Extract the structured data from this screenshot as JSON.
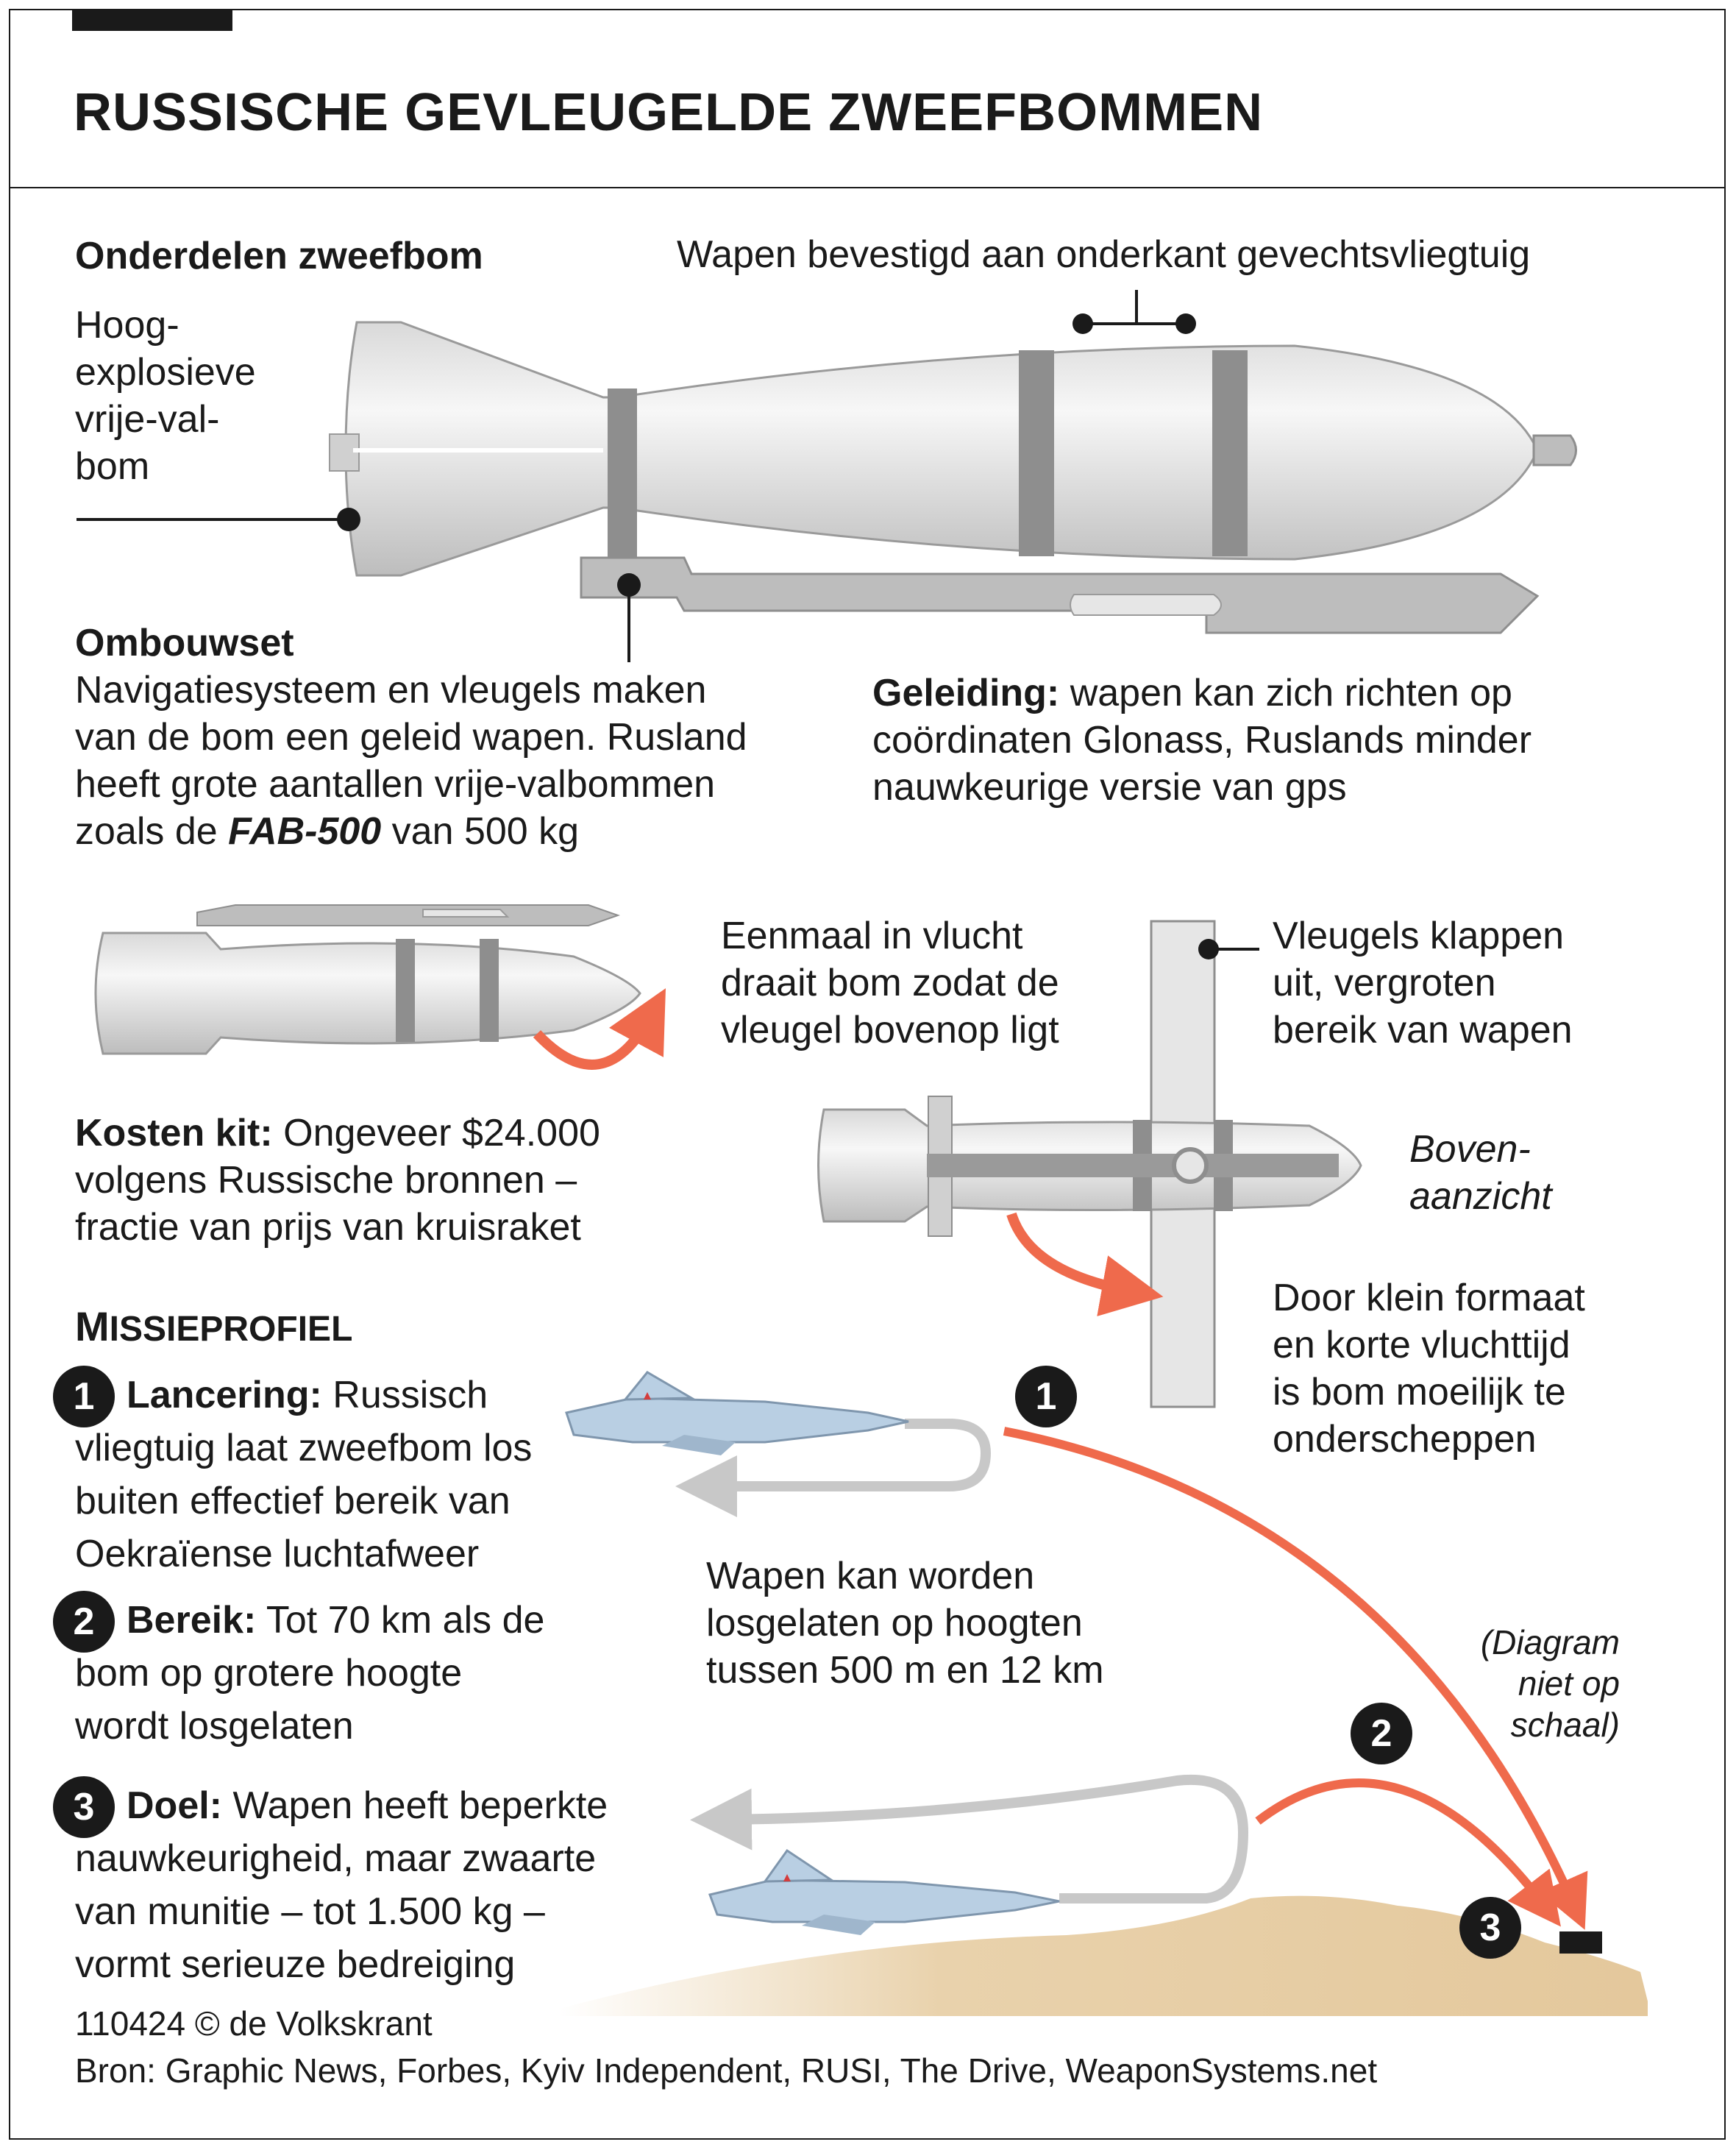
{
  "title": "RUSSISCHE GEVLEUGELDE ZWEEFBOMMEN",
  "components": {
    "heading": "Onderdelen zweefbom",
    "attach_label": "Wapen bevestigd aan onderkant gevechtsvliegtuig",
    "bomb_label": [
      "Hoog-",
      "explosieve",
      "vrije-val-",
      "bom"
    ]
  },
  "conversion": {
    "heading": "Ombouwset",
    "lines": [
      "Navigatiesysteem en vleugels maken",
      "van de bom een geleid wapen. Rusland",
      "heeft grote aantallen vrije-valbommen"
    ],
    "last_prefix": "zoals de ",
    "last_emph": "FAB-500",
    "last_suffix": " van 500 kg"
  },
  "guidance": {
    "label": "Geleiding:",
    "lines": [
      " wapen kan zich richten op",
      "coördinaten Glonass, Ruslands minder",
      "nauwkeurige versie van gps"
    ]
  },
  "flight": {
    "rotate_text": [
      "Eenmaal in vlucht",
      "draait bom zodat de",
      "vleugel bovenop ligt"
    ],
    "wings_text": [
      "Vleugels klappen",
      "uit, vergroten",
      "bereik van wapen"
    ],
    "top_view": [
      "Boven-",
      "aanzicht"
    ],
    "small_text": [
      "Door klein formaat",
      "en korte vluchttijd",
      "is bom moeilijk te",
      "onderscheppen"
    ]
  },
  "cost": {
    "label": "Kosten kit:",
    "lines": [
      " Ongeveer $24.000",
      "volgens Russische bronnen –",
      "fractie van prijs van kruisraket"
    ]
  },
  "mission": {
    "heading_big_1": "M",
    "heading_small": "ISSIEPROFIEL",
    "steps": [
      {
        "num": "1",
        "label": "Lancering:",
        "lines": [
          " Russisch",
          "vliegtuig laat zweefbom los",
          "buiten effectief bereik van",
          "Oekraïense luchtafweer"
        ]
      },
      {
        "num": "2",
        "label": "Bereik:",
        "lines": [
          " Tot 70 km als de",
          "bom op grotere hoogte",
          "wordt losgelaten"
        ]
      },
      {
        "num": "3",
        "label": "Doel:",
        "lines": [
          " Wapen heeft beperkte",
          "nauwkeurigheid, maar zwaarte",
          "van munitie –  tot 1.500 kg –",
          "vormt serieuze bedreiging"
        ]
      }
    ],
    "altitude_text": [
      "Wapen kan worden",
      "losgelaten op hoogten",
      "tussen 500 m en 12 km"
    ],
    "scale_note": [
      "(Diagram",
      "niet op",
      "schaal)"
    ]
  },
  "footer": {
    "credit": "110424 © de Volkskrant",
    "source": "Bron: Graphic News, Forbes, Kyiv Independent, RUSI, The Drive, WeaponSystems.net"
  },
  "colors": {
    "arrow": "#ef6a4c",
    "bomb": "#e6e6e6",
    "bomb_dark": "#8e8e8e",
    "terrain": "#e9d2ac",
    "plane": "#b9cfe3",
    "trail": "#c8c8c8"
  }
}
